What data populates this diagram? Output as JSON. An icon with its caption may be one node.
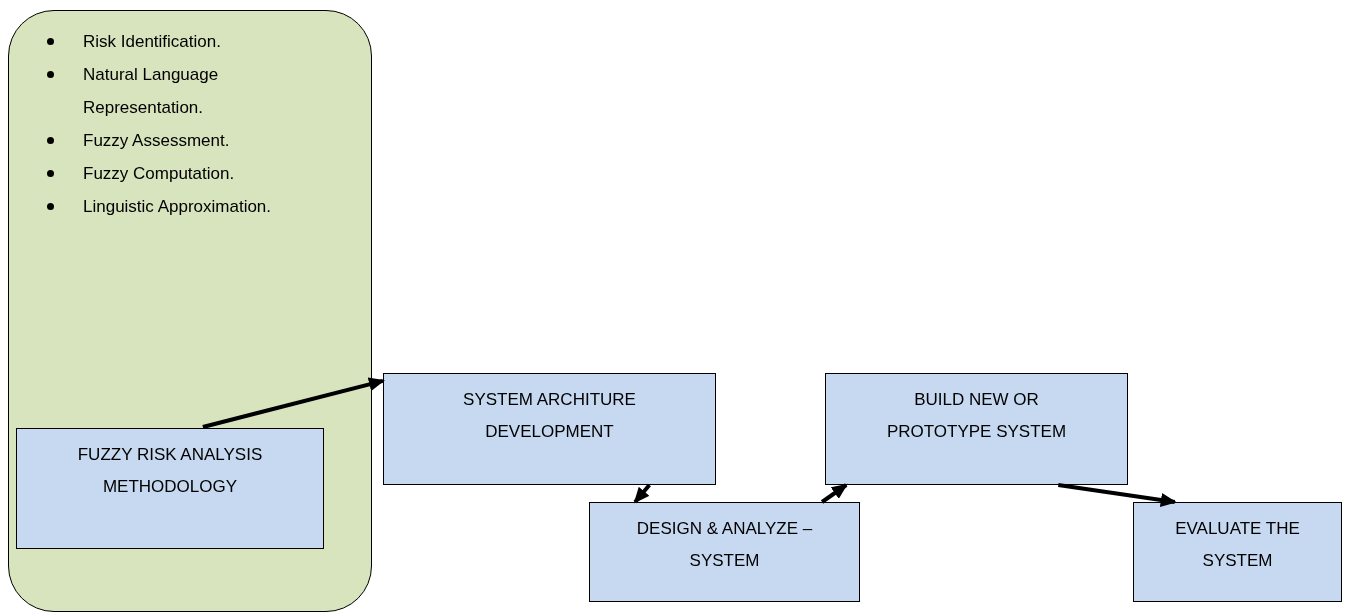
{
  "diagram": {
    "nodes": [
      {
        "text": [
          "Risk Identification.",
          "Natural Language Representation.",
          "Fuzzy Assessment.",
          "Fuzzy Computation.",
          "Linguistic Approximation."
        ]
      },
      {
        "text": [
          "FUZZY RISK ANALYSIS METHODOLOGY"
        ],
        "in": 0
      },
      {
        "text": [
          "SYSTEM ARCHITURE DEVELOPMENT"
        ]
      },
      {
        "text": [
          "DESIGN & ANALYZE – SYSTEM"
        ]
      },
      {
        "text": [
          "BUILD NEW OR PROTOTYPE SYSTEM"
        ]
      },
      {
        "text": [
          "EVALUATE THE SYSTEM"
        ]
      }
    ],
    "edges": [
      {
        "from": 1,
        "to": 2,
        "arrow": "to"
      },
      {
        "from": 2,
        "to": 3,
        "arrow": "to"
      },
      {
        "from": 3,
        "to": 4,
        "arrow": "to"
      },
      {
        "from": 4,
        "to": 5,
        "arrow": "to"
      }
    ]
  }
}
